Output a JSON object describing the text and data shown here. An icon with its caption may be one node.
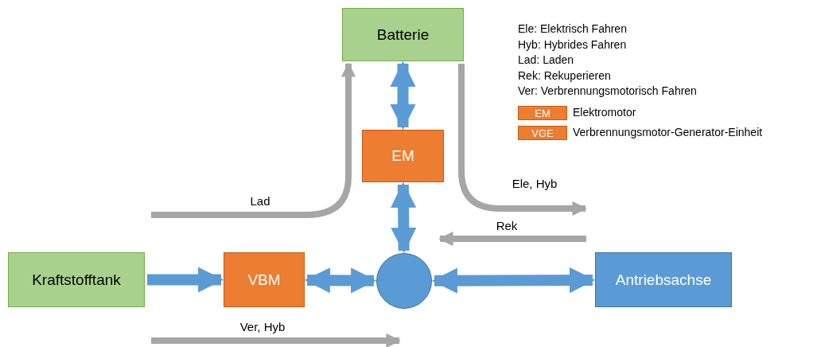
{
  "diagram": {
    "nodes": [
      {
        "text": [
          "Batterie"
        ]
      },
      {
        "text": [
          "EM"
        ]
      },
      {
        "text": [
          "Kraftstofftank"
        ]
      },
      {
        "text": [
          "VBM"
        ]
      },
      {
        "text": [],
        "shape": "circle"
      },
      {
        "text": [
          "Antriebsachse"
        ]
      },
      {
        "text": [
          "EM"
        ],
        "beside": [
          "Elektromotor"
        ]
      },
      {
        "text": [
          "VGE"
        ],
        "beside": [
          "Verbrennungsmotor-Generator-Einheit"
        ]
      }
    ],
    "edges": [
      {
        "from": 0,
        "to": 1,
        "arrow": "both"
      },
      {
        "from": 1,
        "to": 4,
        "arrow": "both"
      },
      {
        "from": 2,
        "to": 3,
        "arrow": "to"
      },
      {
        "from": 3,
        "to": 4,
        "arrow": "both"
      },
      {
        "from": 4,
        "to": 5,
        "arrow": "both"
      },
      {
        "from": null,
        "to": 0,
        "arrow": "to",
        "label": "Lad",
        "color": "#a6a6a6"
      },
      {
        "from": 0,
        "to": null,
        "arrow": "to",
        "label": "Ele, Hyb",
        "color": "#a6a6a6"
      }
    ],
    "labels": [
      "Ele: Elektrisch Fahren",
      "Hyb: Hybrides Fahren",
      "Lad: Laden",
      "Rek: Rekuperieren",
      "Ver: Verbrennungsmotorisch Fahren",
      "Rek",
      "Ver, Hyb"
    ]
  }
}
